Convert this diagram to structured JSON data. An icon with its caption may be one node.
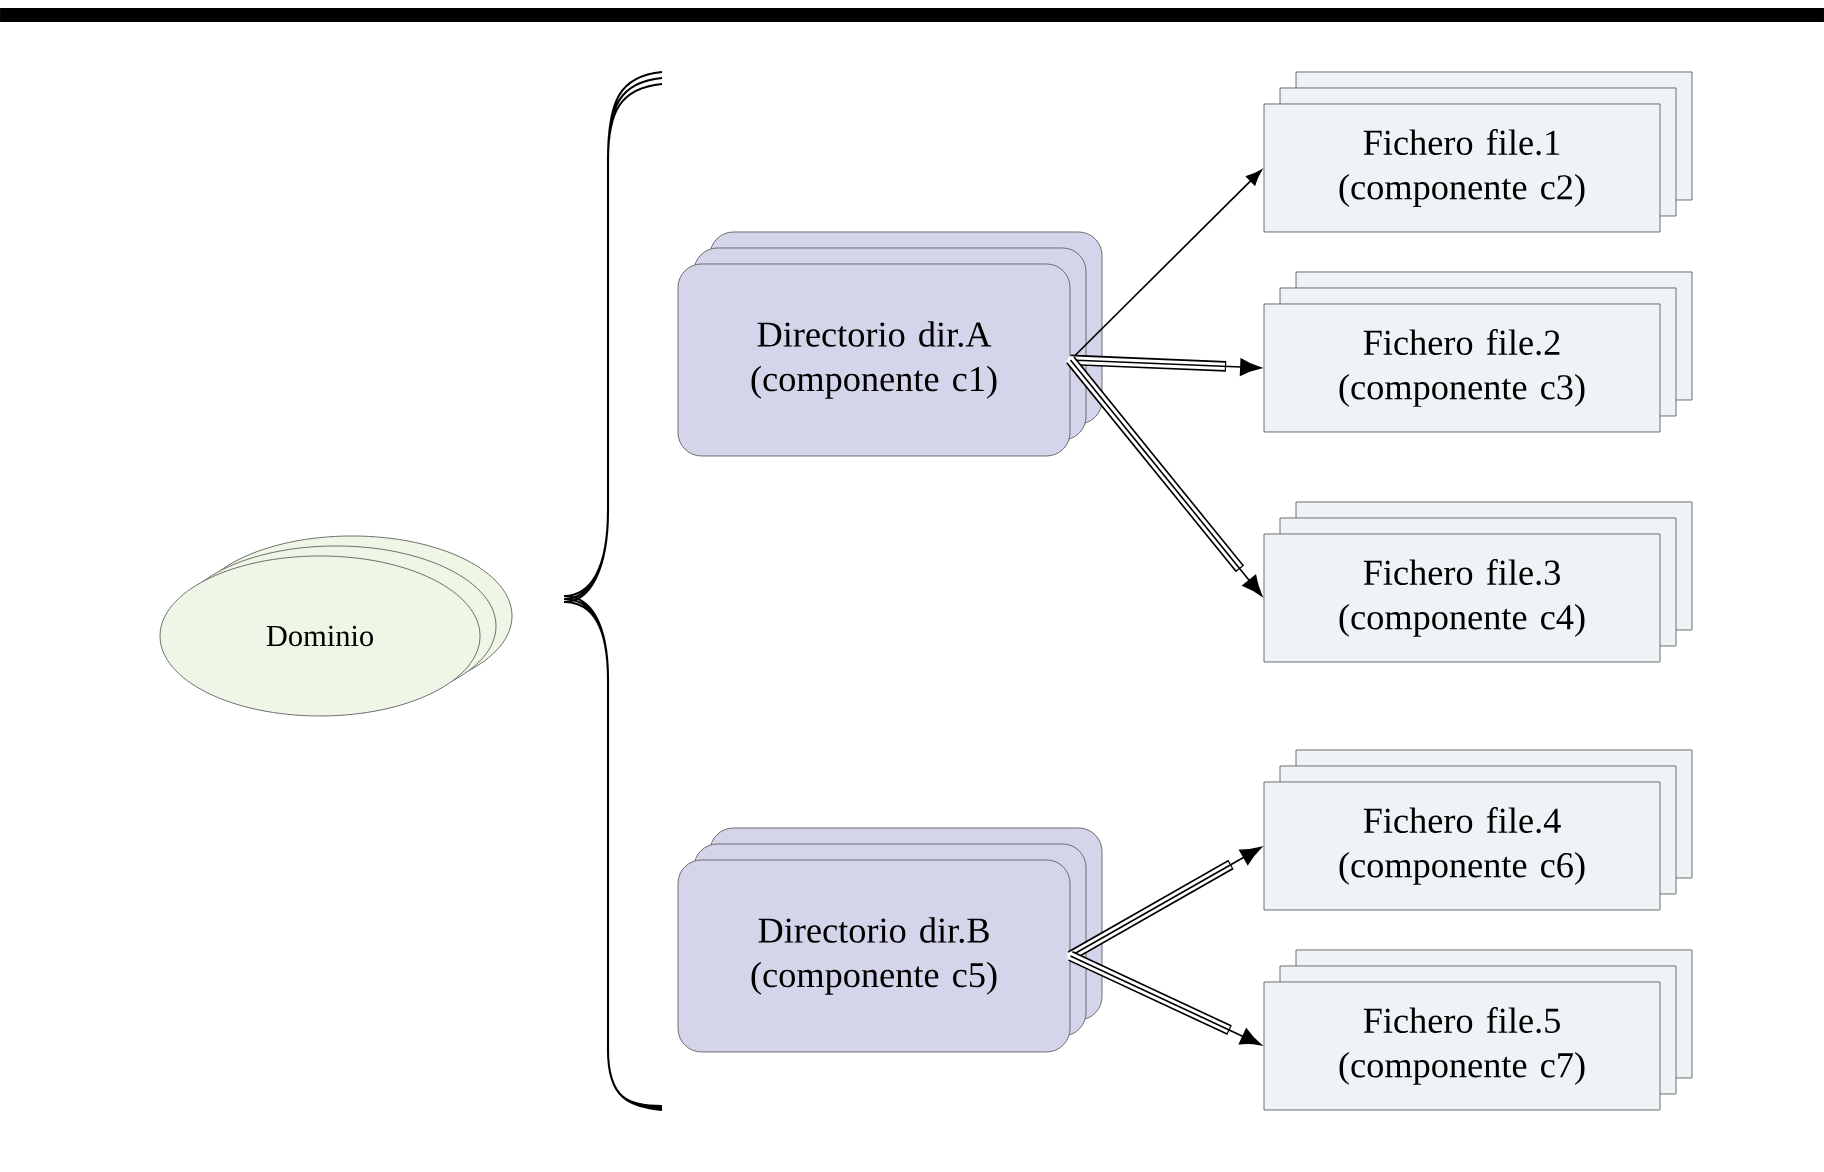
{
  "diagram": {
    "nodes": [
      {
        "text": [
          "Dominio"
        ]
      },
      {
        "text": [
          "Directorio dir.A (componente c1)"
        ]
      },
      {
        "text": [
          "Directorio dir.B (componente c5)"
        ]
      },
      {
        "text": [
          "Fichero file.1 (componente c2)"
        ]
      },
      {
        "text": [
          "Fichero file.2 (componente c3)"
        ]
      },
      {
        "text": [
          "Fichero file.3 (componente c4)"
        ]
      },
      {
        "text": [
          "Fichero file.4 (componente c6)"
        ]
      },
      {
        "text": [
          "Fichero file.5 (componente c7)"
        ]
      }
    ],
    "edges": [
      {
        "from": 1,
        "to": 3,
        "arrow": "to"
      },
      {
        "from": 1,
        "to": 4,
        "arrow": "to"
      },
      {
        "from": 1,
        "to": 5,
        "arrow": "to"
      },
      {
        "from": 2,
        "to": 6,
        "arrow": "to"
      },
      {
        "from": 2,
        "to": 7,
        "arrow": "to"
      }
    ]
  }
}
